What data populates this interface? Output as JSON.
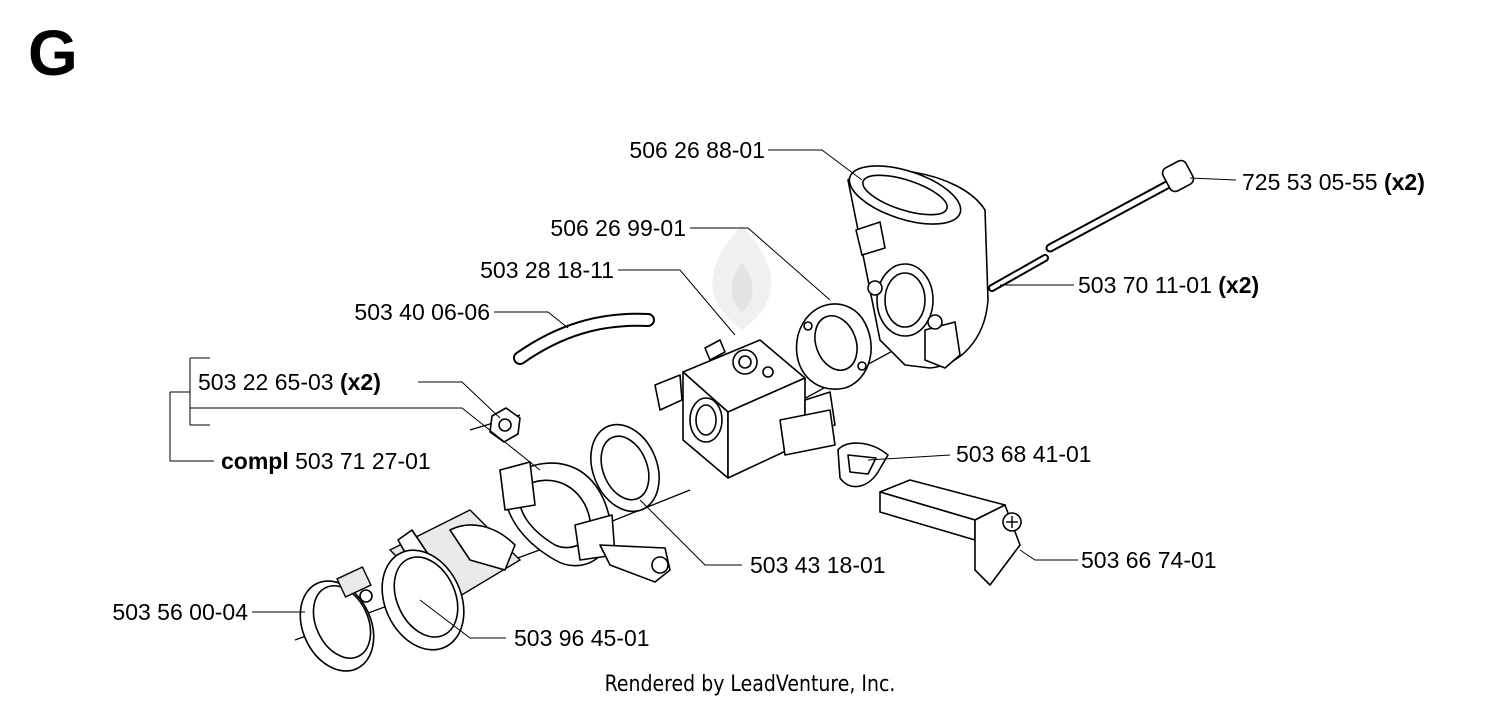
{
  "section": "G",
  "credit": "Rendered by LeadVenture, Inc.",
  "callouts": [
    {
      "id": "intake-elbow",
      "part": "506 26 88-01",
      "qty": ""
    },
    {
      "id": "bolt",
      "part": "725 53 05-55",
      "qty": "(x2)"
    },
    {
      "id": "gasket",
      "part": "506 26 99-01",
      "qty": ""
    },
    {
      "id": "carburetor",
      "part": "503 28 18-11",
      "qty": ""
    },
    {
      "id": "sleeve",
      "part": "503 70 11-01",
      "qty": "(x2)"
    },
    {
      "id": "fuel-hose",
      "part": "503 40 06-06",
      "qty": ""
    },
    {
      "id": "nut",
      "part": "503 22 65-03",
      "qty": "(x2)"
    },
    {
      "id": "flange-compl",
      "prefix": "compl",
      "part": "503 71 27-01"
    },
    {
      "id": "choke-knob",
      "part": "503 68 41-01",
      "qty": ""
    },
    {
      "id": "seal-ring",
      "part": "503 43 18-01",
      "qty": ""
    },
    {
      "id": "choke-lever",
      "part": "503 66 74-01",
      "qty": ""
    },
    {
      "id": "hose-clamp",
      "part": "503 56 00-04",
      "qty": ""
    },
    {
      "id": "intake-boot",
      "part": "503 96 45-01",
      "qty": ""
    }
  ]
}
